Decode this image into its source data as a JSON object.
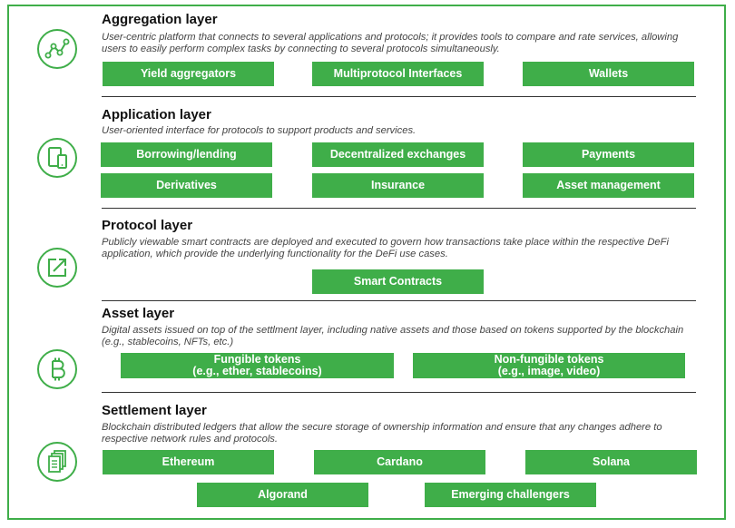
{
  "colors": {
    "accent": "#3fae49",
    "text": "#111111",
    "desc": "#444444"
  },
  "layers": [
    {
      "icon": "line-chart-icon",
      "title": "Aggregation layer",
      "description": "User-centric platform that connects to several applications and protocols; it provides tools to compare and rate services, allowing users to easily perform complex tasks by connecting to several protocols simultaneously.",
      "items": [
        "Yield aggregators",
        "Multiprotocol Interfaces",
        "Wallets"
      ]
    },
    {
      "icon": "mobile-devices-icon",
      "title": "Application layer",
      "description": "User-oriented interface for protocols to support products and services.",
      "items": [
        "Borrowing/lending",
        "Decentralized exchanges",
        "Payments",
        "Derivatives",
        "Insurance",
        "Asset management"
      ]
    },
    {
      "icon": "external-link-icon",
      "title": "Protocol layer",
      "description": "Publicly viewable smart contracts are deployed and executed to govern how transactions take place within the respective DeFi application, which provide the underlying functionality for the DeFi use cases.",
      "items": [
        "Smart Contracts"
      ]
    },
    {
      "icon": "bitcoin-icon",
      "title": "Asset layer",
      "description": "Digital assets issued on top of the settlment layer, including native assets and those based on tokens supported by the blockchain (e.g., stablecoins, NFTs, etc.)",
      "items": [
        "Fungible tokens\n(e.g., ether, stablecoins)",
        "Non-fungible tokens\n(e.g., image, video)"
      ]
    },
    {
      "icon": "ledger-documents-icon",
      "title": "Settlement layer",
      "description": "Blockchain distributed ledgers that allow the secure storage of ownership information and ensure that any changes adhere to respective network rules and protocols.",
      "items": [
        "Ethereum",
        "Cardano",
        "Solana",
        "Algorand",
        "Emerging challengers"
      ]
    }
  ]
}
